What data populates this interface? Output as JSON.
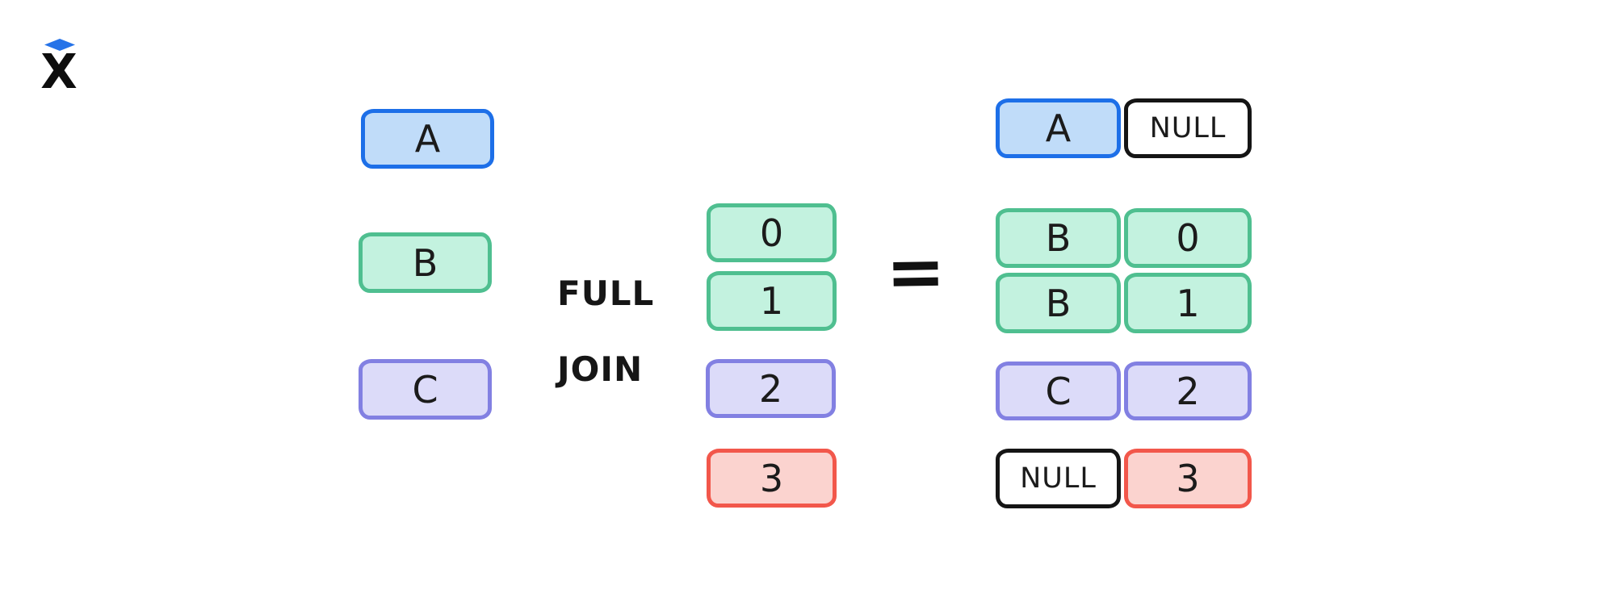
{
  "logo": {
    "letter": "X",
    "diamond_color": "#2673e8",
    "letter_color": "#0d0d0d"
  },
  "diagram": {
    "operation": {
      "line1": "FULL",
      "line2": "JOIN"
    },
    "equals": "=",
    "left_table": {
      "rows": [
        {
          "value": "A",
          "color": "blue"
        },
        {
          "value": "B",
          "color": "green"
        },
        {
          "value": "C",
          "color": "purple"
        }
      ]
    },
    "right_table": {
      "rows": [
        {
          "value": "0",
          "color": "green"
        },
        {
          "value": "1",
          "color": "green"
        },
        {
          "value": "2",
          "color": "purple"
        },
        {
          "value": "3",
          "color": "red"
        }
      ]
    },
    "result_table": {
      "rows": [
        {
          "left": "A",
          "left_color": "blue",
          "right": "NULL",
          "right_color": "null"
        },
        {
          "left": "B",
          "left_color": "green",
          "right": "0",
          "right_color": "green"
        },
        {
          "left": "B",
          "left_color": "green",
          "right": "1",
          "right_color": "green"
        },
        {
          "left": "C",
          "left_color": "purple",
          "right": "2",
          "right_color": "purple"
        },
        {
          "left": "NULL",
          "left_color": "null",
          "right": "3",
          "right_color": "red"
        }
      ]
    },
    "palette": {
      "blue": {
        "border": "#1d6fe8",
        "fill": "#c0dcf9"
      },
      "green": {
        "border": "#4fbf90",
        "fill": "#c3f2df"
      },
      "purple": {
        "border": "#8280e2",
        "fill": "#dcdbf9"
      },
      "red": {
        "border": "#f2574b",
        "fill": "#fbd3cf"
      },
      "null": {
        "border": "#151515",
        "fill": "#ffffff"
      },
      "text": "#1b1b1b"
    }
  }
}
